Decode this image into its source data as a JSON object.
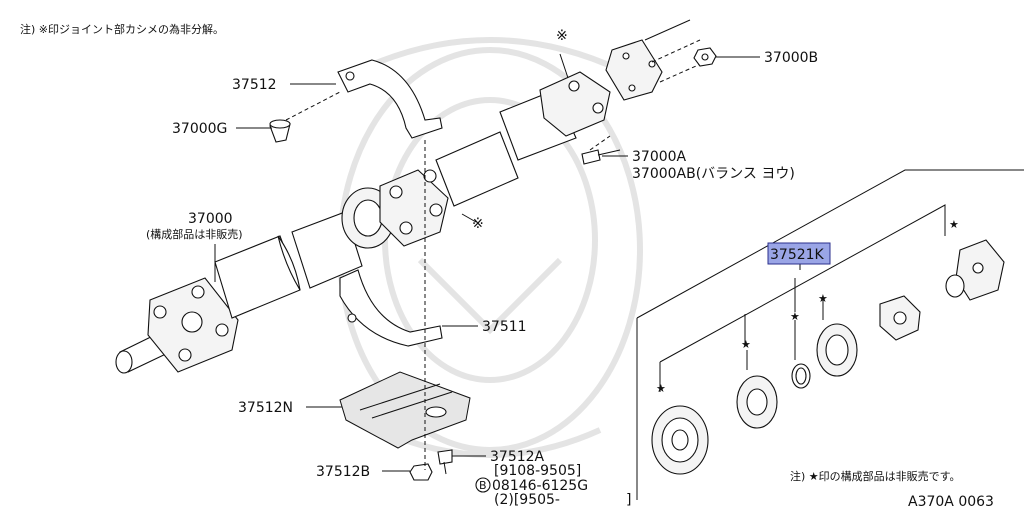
{
  "note_top": "注) ※印ジョイント部カシメの為非分解。",
  "note_bottom": "注) ★印の構成部品は非販売です。",
  "diagram_id": "A370A 0063",
  "markers": {
    "joint": "※",
    "star": "★"
  },
  "colors": {
    "highlight": "#9aa5e6",
    "highlight_border": "#2b2f8c",
    "line": "#111111"
  },
  "parts": {
    "p37512": "37512",
    "p37000G": "37000G",
    "p37000": "37000",
    "p37000_sub": "(構成部品は非販売)",
    "p37000B": "37000B",
    "p37000A": "37000A",
    "p37000AB": "37000AB(バランス ヨウ)",
    "p37521K": "37521K",
    "p37511": "37511",
    "p37512N": "37512N",
    "p37512A": "37512A",
    "p37512A_range": "[9108-9505]",
    "p08146_bolt": "08146-6125G",
    "bolt_circle": "B",
    "qty_range": "(2)[9505-",
    "qty_close": "]",
    "p37512B": "37512B"
  }
}
